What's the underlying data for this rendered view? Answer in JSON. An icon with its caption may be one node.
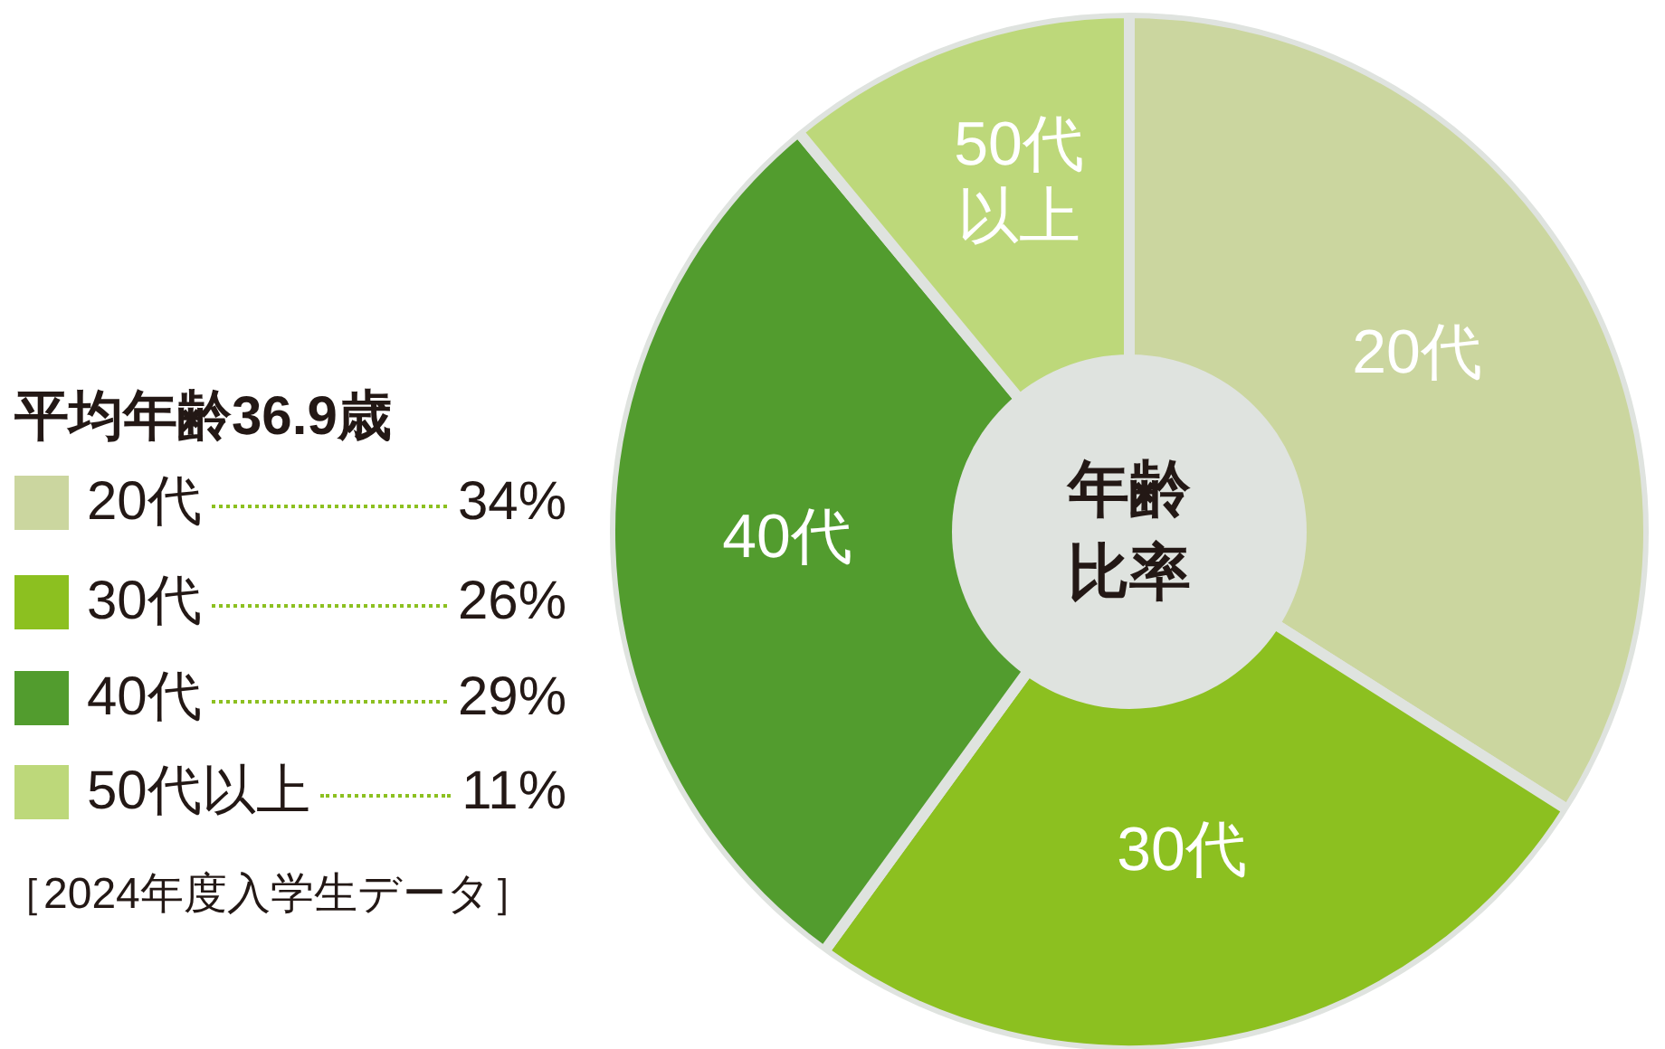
{
  "diagram": {
    "labels": [
      "平均年齢36.9歳",
      "34%",
      "26%",
      "29%",
      "11%",
      "［2024年度入学生データ］"
    ],
    "legend": [
      {
        "text": "20代",
        "color": "#cbd69f"
      },
      {
        "text": "30代",
        "color": "#8cc020"
      },
      {
        "text": "40代",
        "color": "#529c2e"
      },
      {
        "text": "50代以上",
        "color": "#bdd87a"
      }
    ],
    "chart_data": {
      "type": "donut",
      "title": "年齢比率",
      "categories": [
        "20代",
        "30代",
        "40代",
        "50代以上"
      ],
      "values": [
        34,
        26,
        29,
        11
      ]
    }
  }
}
